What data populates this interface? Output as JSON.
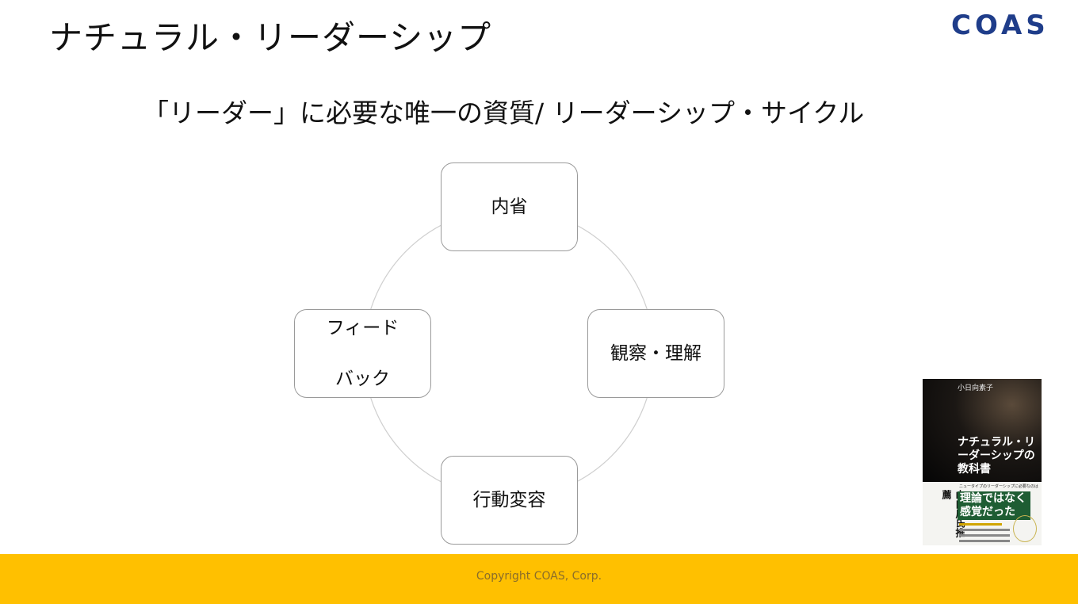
{
  "slide": {
    "title": "ナチュラル・リーダーシップ",
    "logo": "COAS",
    "subtitle": "「リーダー」に必要な唯一の資質/ リーダーシップ・サイクル"
  },
  "cycle": {
    "nodes": [
      "内省",
      "観察・理解",
      "行動変容",
      "フィードバック"
    ]
  },
  "book": {
    "author": "小日向素子",
    "title": "ナチュラル・リーダーシップの教科書",
    "lead": "ニュータイプのリーダーシップに必要なのは",
    "catch": "理論ではなく感覚だった",
    "recommender": "山口周氏推薦"
  },
  "footer": {
    "copyright": "Copyright COAS, Corp."
  },
  "colors": {
    "footer_bg": "#ffc000",
    "logo": "#1f3d8a"
  }
}
